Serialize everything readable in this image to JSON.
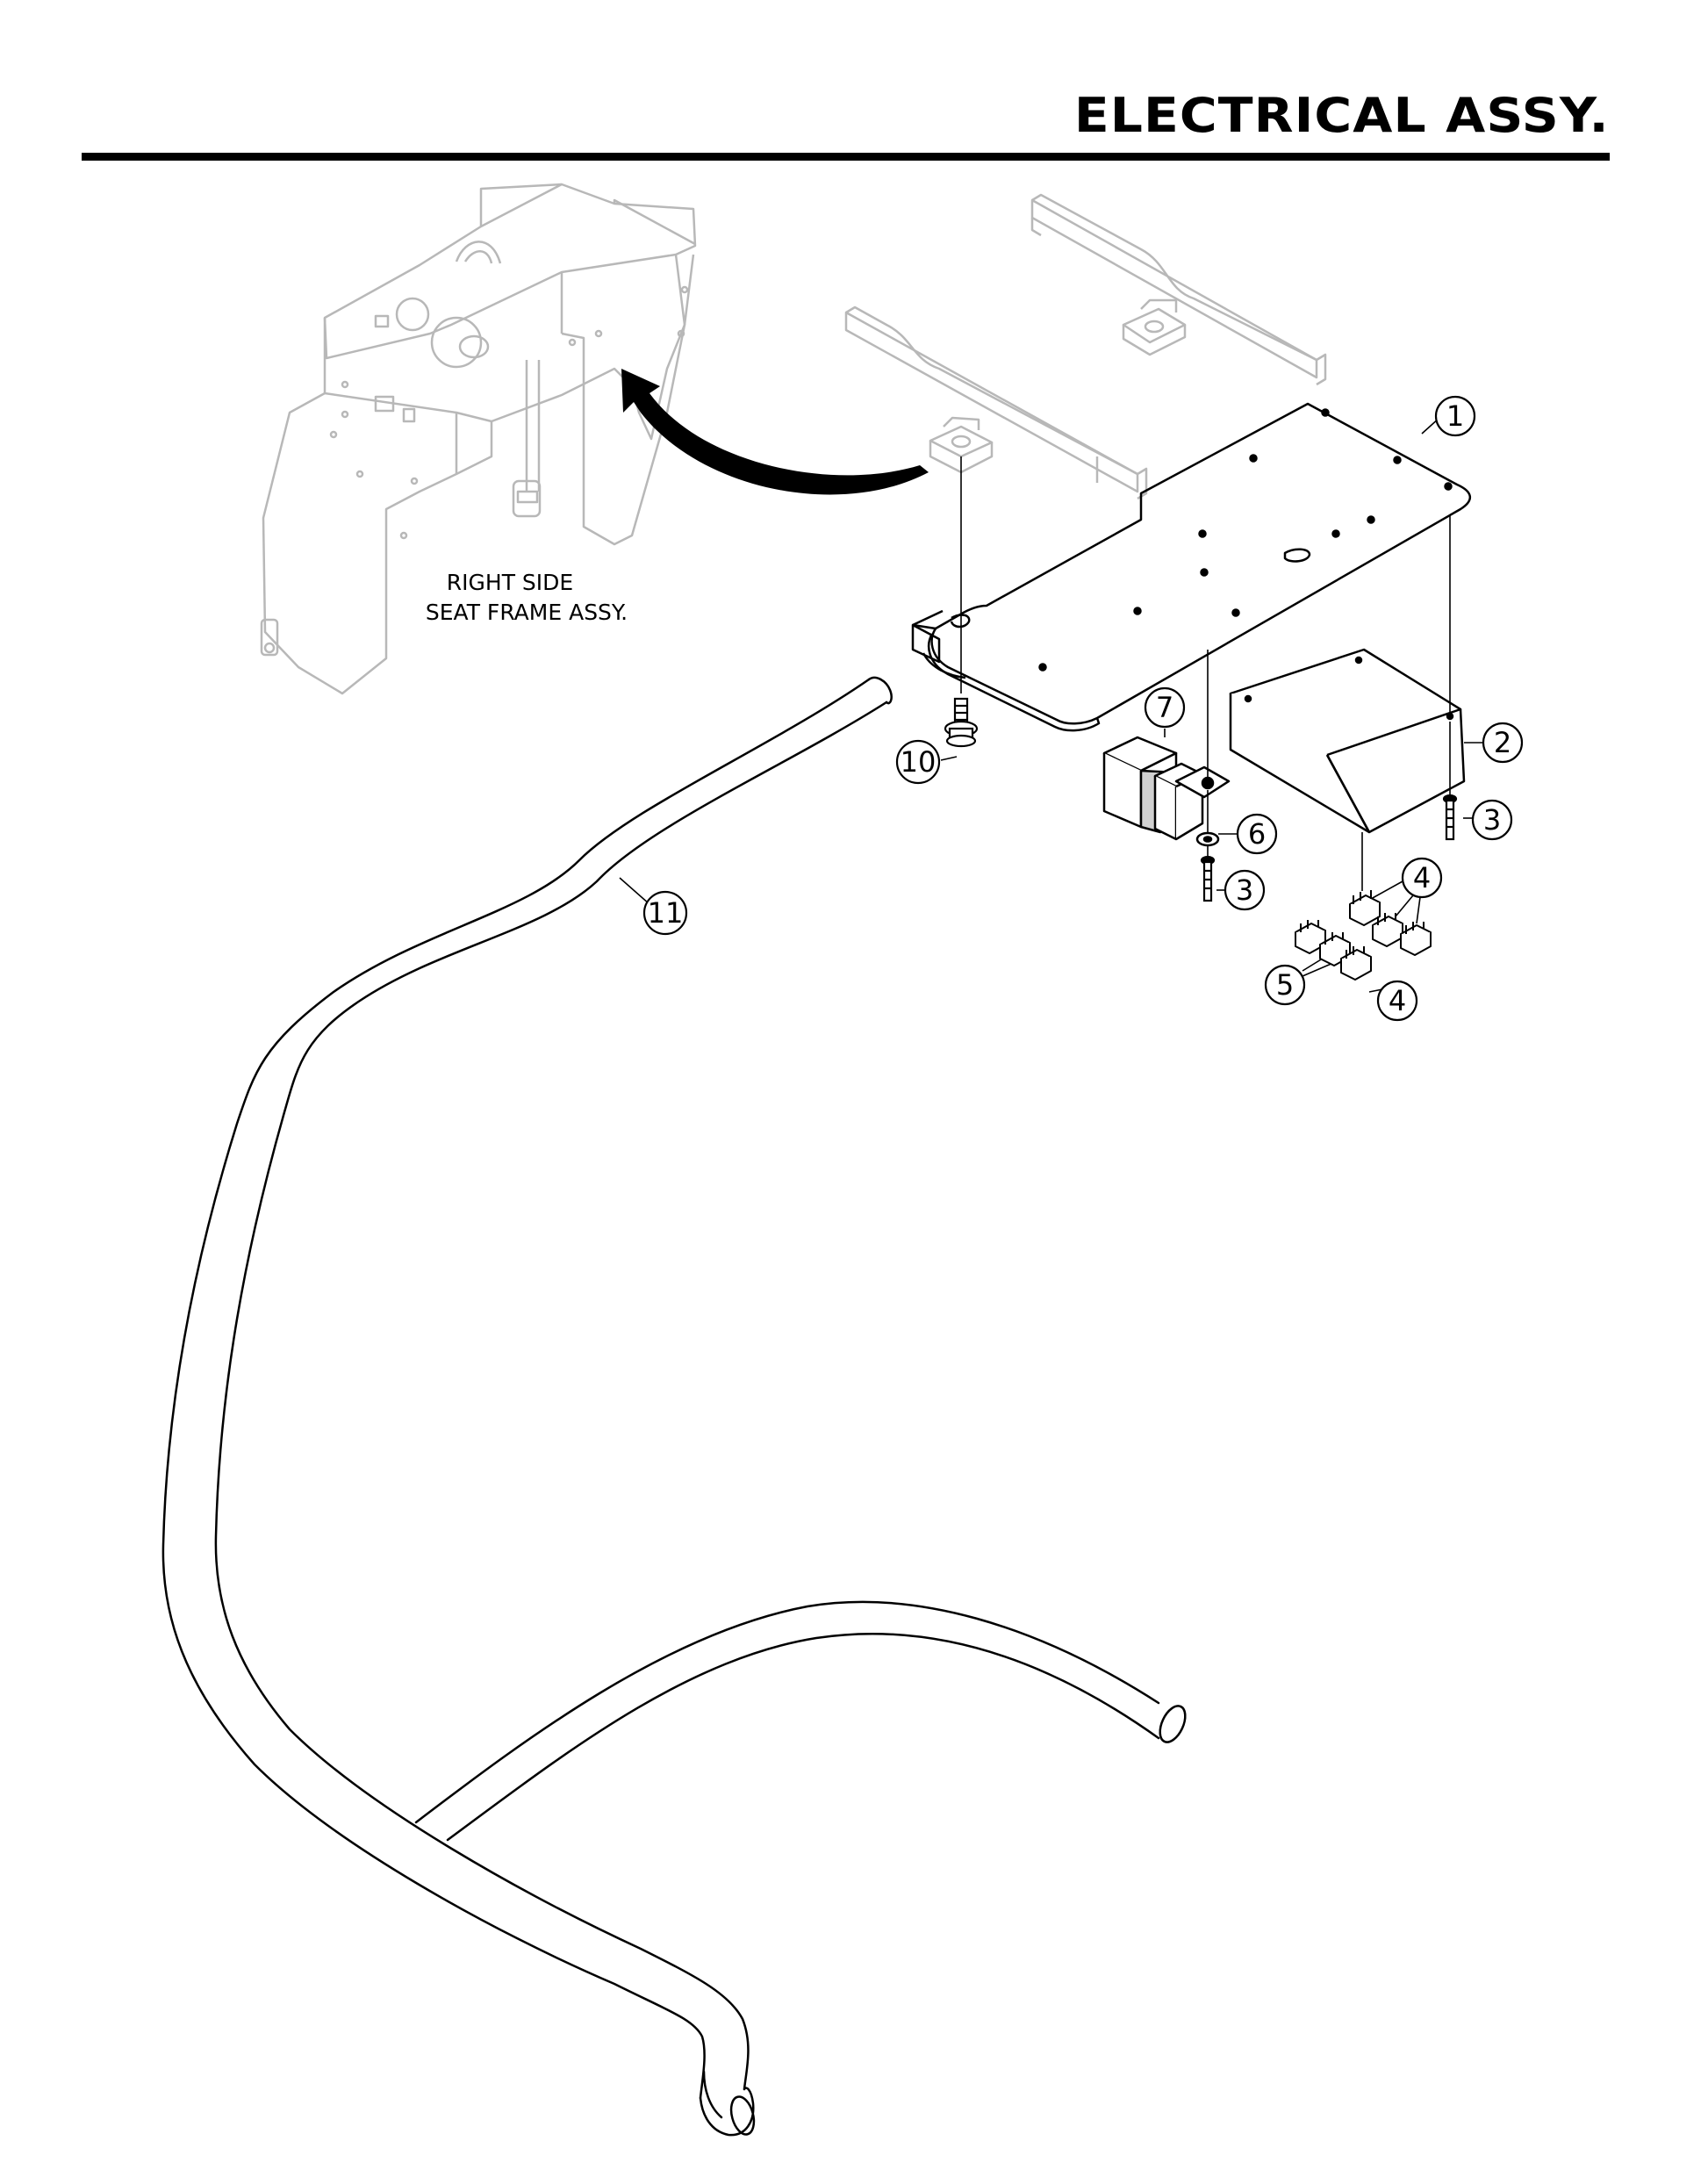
{
  "page": {
    "title": "ELECTRICAL ASSY.",
    "note_line1": "RIGHT SIDE",
    "note_line2": "SEAT FRAME ASSY."
  },
  "callouts": [
    {
      "id": "c1",
      "label": "1"
    },
    {
      "id": "c2",
      "label": "2"
    },
    {
      "id": "c3a",
      "label": "3"
    },
    {
      "id": "c3b",
      "label": "3"
    },
    {
      "id": "c4a",
      "label": "4"
    },
    {
      "id": "c4b",
      "label": "4"
    },
    {
      "id": "c5",
      "label": "5"
    },
    {
      "id": "c6",
      "label": "6"
    },
    {
      "id": "c7",
      "label": "7"
    },
    {
      "id": "c10",
      "label": "10"
    },
    {
      "id": "c11",
      "label": "11"
    }
  ]
}
